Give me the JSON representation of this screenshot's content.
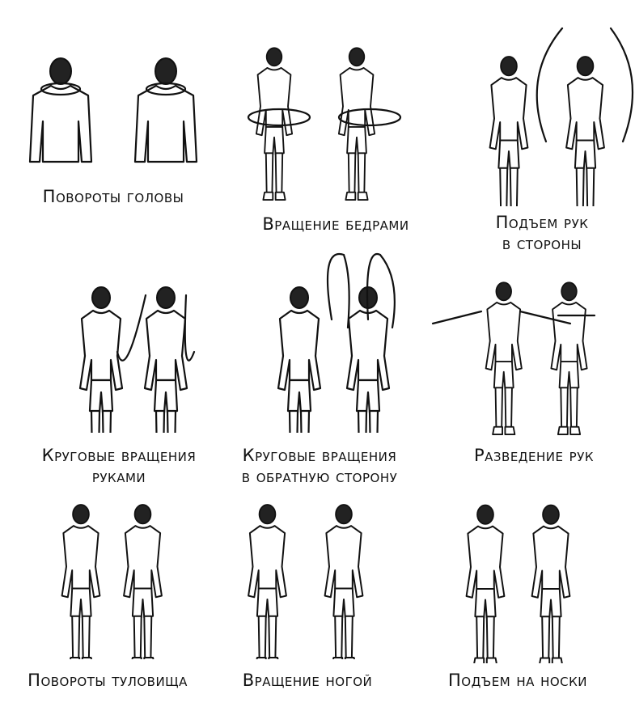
{
  "exercises": [
    {
      "caption": "Повороты головы"
    },
    {
      "caption": "Вращение бедрами"
    },
    {
      "caption_line1": "Подъем рук",
      "caption_line2": "в стороны"
    },
    {
      "caption_line1": "Круговые вращения",
      "caption_line2": "руками"
    },
    {
      "caption_line1": "Круговые вращения",
      "caption_line2": "в обратную сторону"
    },
    {
      "caption": "Разведение рук"
    },
    {
      "caption": "Повороты туловища"
    },
    {
      "caption": "Вращение ногой"
    },
    {
      "caption": "Подъем на носки"
    }
  ]
}
